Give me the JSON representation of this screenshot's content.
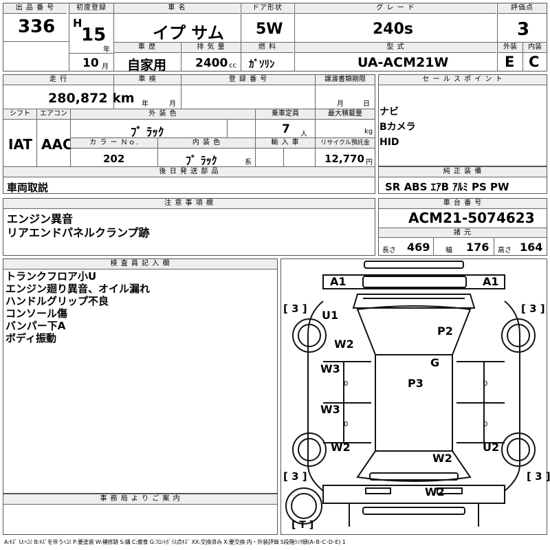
{
  "header": {
    "lot_label": "出 品 番 号",
    "lot": "336",
    "first_reg_label": "初度登録",
    "era": "H",
    "year": "15",
    "year_unit": "年",
    "month": "10",
    "month_unit": "月",
    "car_name_label": "車 名",
    "car_name": "イプ サム",
    "door_label": "ドア形状",
    "door": "5W",
    "grade_label": "グ レ ー ド",
    "grade": "240s",
    "score_label": "評価点",
    "score": "3",
    "history_label": "車 歴",
    "history": "自家用",
    "displacement_label": "排 気 量",
    "displacement": "2400",
    "displacement_unit": "cc",
    "fuel_label": "燃 料",
    "fuel": "ｶﾞｿﾘﾝ",
    "model_label": "型 式",
    "model": "UA-ACM21W",
    "exterior_label": "外装",
    "exterior": "E",
    "interior_label": "内装",
    "interior": "C"
  },
  "row2": {
    "mileage_label": "走 行",
    "mileage": "280,872 km",
    "inspection_label": "車 検",
    "insp_year_unit": "年",
    "insp_month_unit": "月",
    "reg_label": "登 録 番 号",
    "transfer_label": "譲渡書類期限",
    "transfer_month_unit": "月",
    "transfer_day_unit": "日",
    "sales_label": "セ ー ル ス ポ イ ン ト",
    "sales_points": [
      "ナビ",
      "Bカメラ",
      "HID"
    ],
    "shift_label": "シフト",
    "shift": "IAT",
    "ac_label": "エアコン",
    "ac": "AAC",
    "ext_color_label": "外 装 色",
    "ext_color": "ﾌﾞ ﾗｯｸ",
    "capacity_label": "乗車定員",
    "capacity": "7",
    "capacity_unit": "人",
    "max_load_label": "最大積載量",
    "max_load_unit": "kg",
    "color_no_label": "カ ラ ー Ｎｏ.",
    "color_no": "202",
    "int_color_label": "内 装 色",
    "int_color": "ﾌﾞ ﾗｯｸ",
    "int_color_unit": "系",
    "import_label": "輸 入 車",
    "recycle_label": "リサイクル預託金",
    "recycle": "12,770",
    "recycle_unit": "円",
    "parts_label": "後 日 発 送 部 品",
    "parts": "車両取説",
    "equip_label": "純 正 装 備",
    "equip": "SR  ABS  ｴｱB  ｱﾙﾐ  PS  PW"
  },
  "notes": {
    "caution_label": "注 意 事 項 欄",
    "caution": [
      "エンジン異音",
      "リアエンドパネルクランプ跡"
    ],
    "chassis_label": "車 台 番 号",
    "chassis": "ACM21-5074623",
    "spec_label": "諸 元",
    "length_label": "長さ",
    "length": "469",
    "width_label": "幅",
    "width": "176",
    "height_label": "高さ",
    "height": "164"
  },
  "inspector": {
    "label": "検 査 員 記 入 欄",
    "lines": [
      "トランクフロア小U",
      "エンジン廻り異音、オイル漏れ",
      "ハンドルグリップ不良",
      "コンソール傷",
      "バンパー下A",
      "ボディ振動"
    ]
  },
  "office": {
    "label": "事 務 局 よ り ご 案 内"
  },
  "diagram": {
    "marks": {
      "a1_left": "A1",
      "a1_right": "A1",
      "u1": "U1",
      "w2_front_left": "W2",
      "p2": "P2",
      "g": "G",
      "w3_upper": "W3",
      "p3": "P3",
      "w3_lower": "W3",
      "w2_rear_left": "W2",
      "u2": "U2",
      "w2_rear": "W2",
      "w2_bottom": "W2"
    },
    "tire_tl": "[ 3 ]",
    "tire_tr": "[ 3 ]",
    "tire_bl": "[ 3 ]",
    "tire_br": "[ 3 ]",
    "spare": "[ T ]",
    "zero_labels": [
      "0",
      "0",
      "0",
      "0"
    ]
  },
  "legend": "A:ｷｽﾞ U:ﾍｺﾐ B:ｷｽﾞを伴うﾍｺﾐ P:要塗装 W:補修跡 S:錆 C:腐食 G:ﾌﾛﾝﾄｶﾞﾗｽ点ｷｽﾞ XX:交換済み X:要交換  内・外装評価 5段階ﾗﾝｸ順(A･B･C･D･E) 1"
}
